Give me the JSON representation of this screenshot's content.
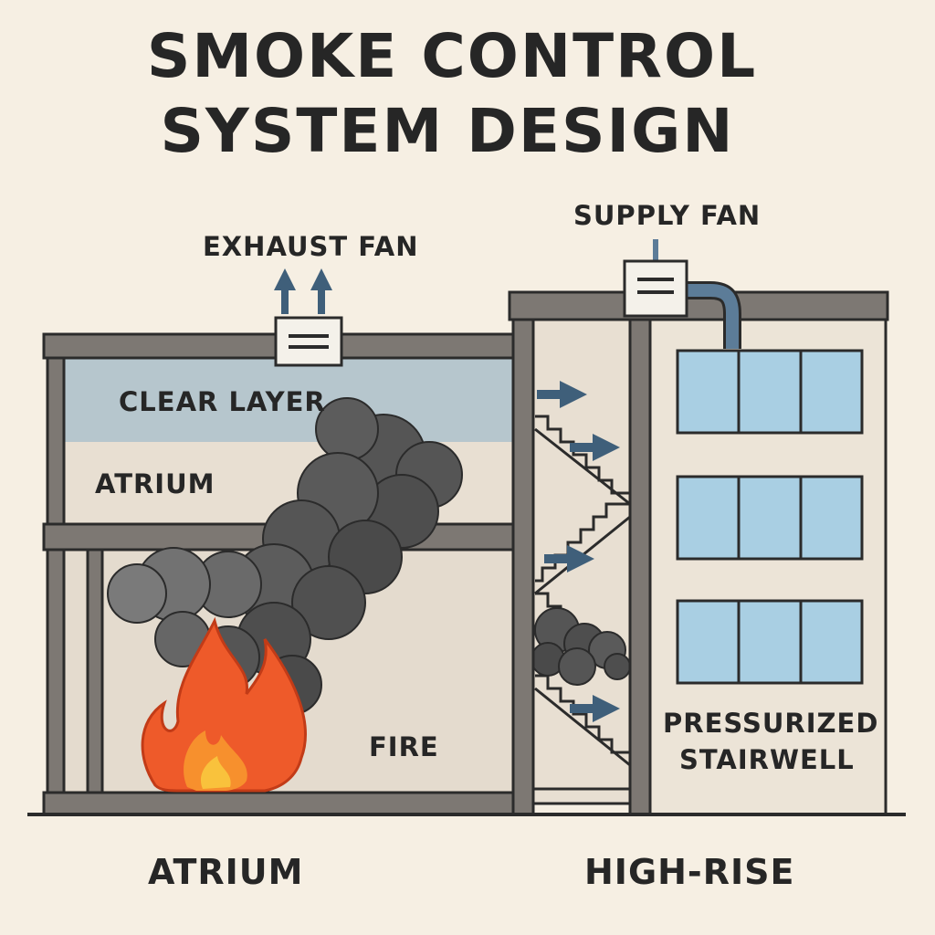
{
  "title": {
    "line1": "SMOKE CONTROL",
    "line2": "SYSTEM DESIGN"
  },
  "labels": {
    "exhaust_fan": "EXHAUST FAN",
    "supply_fan": "SUPPLY FAN",
    "clear_layer": "CLEAR LAYER",
    "atrium_inner": "ATRIUM",
    "fire": "FIRE",
    "stairwell_line1": "PRESSURIZED",
    "stairwell_line2": "STAIRWELL",
    "atrium_caption": "ATRIUM",
    "highrise_caption": "HIGH-RISE"
  },
  "colors": {
    "background": "#f6efe3",
    "frame": "#7d7873",
    "outline": "#2b2b2b",
    "clear_layer": "#b6c6cd",
    "wall": "#e8dfd2",
    "smoke": "#5a5a5a",
    "airflow_arrow": "#3f5f7a",
    "window_glass": "#a9cfe3",
    "fire_outer": "#ee5a2a",
    "fire_inner": "#f9c23c"
  }
}
